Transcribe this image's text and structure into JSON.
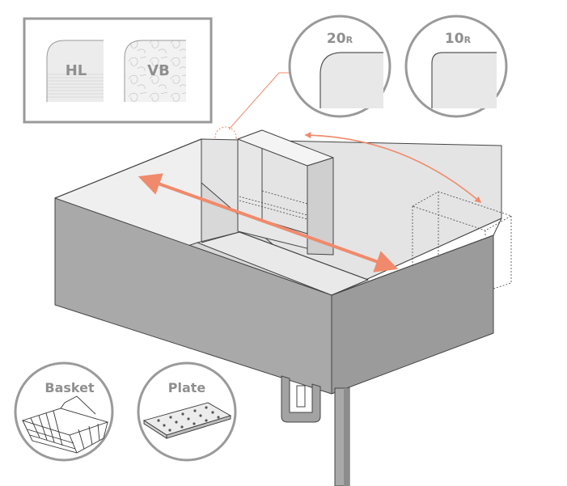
{
  "finish_samples": [
    {
      "id": "hl",
      "label": "HL"
    },
    {
      "id": "vb",
      "label": "VB"
    }
  ],
  "corner_radius_options": [
    {
      "id": "20r",
      "number": "20",
      "suffix": "R"
    },
    {
      "id": "10r",
      "number": "10",
      "suffix": "R"
    }
  ],
  "accessories": [
    {
      "id": "basket",
      "label": "Basket"
    },
    {
      "id": "plate",
      "label": "Plate"
    }
  ],
  "colors": {
    "accent_arrow": "#f08a6c",
    "outline": "#8f8f8f",
    "front_face": "#a9a9a9",
    "side_face": "#9b9b9b",
    "interior": "#e2e2e2"
  }
}
